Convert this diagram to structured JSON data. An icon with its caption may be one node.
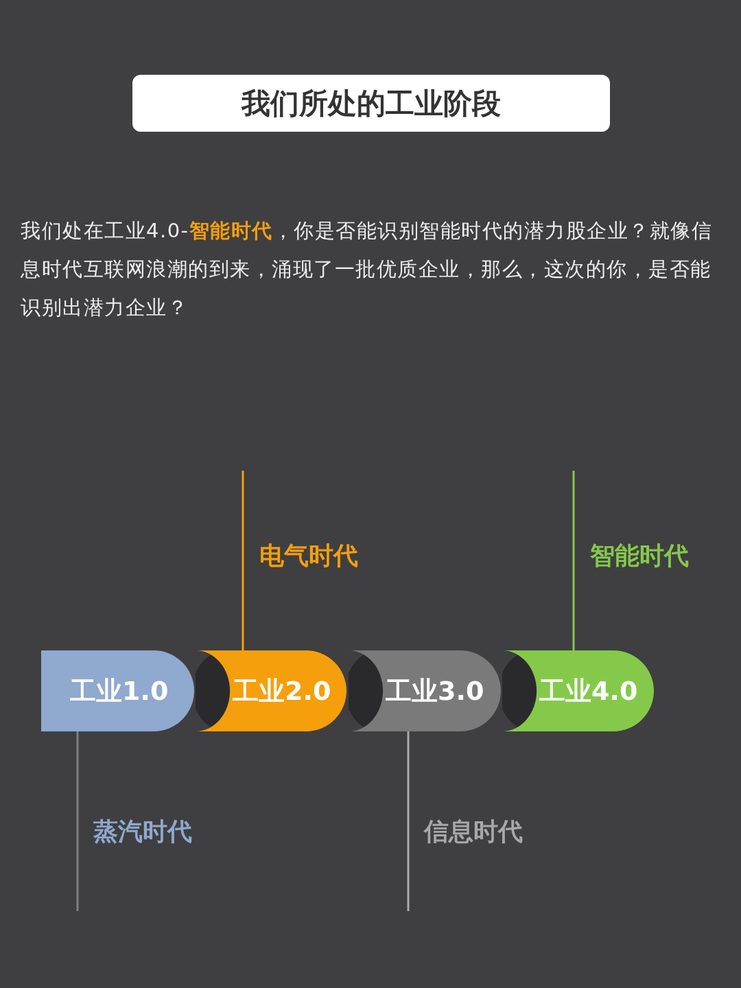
{
  "diagram": {
    "title": "我们所处的工业阶段",
    "nodes": [
      {
        "text": [
          "工业1.0"
        ],
        "beside": [
          "蒸汽时代"
        ]
      },
      {
        "text": [
          "工业2.0"
        ],
        "beside": [
          "电气时代"
        ]
      },
      {
        "text": [
          "工业3.0"
        ],
        "beside": [
          "信息时代"
        ]
      },
      {
        "text": [
          "工业4.0"
        ],
        "beside": [
          "智能时代"
        ]
      }
    ],
    "labels": [
      "我们处在工业4.0-**智能时代**，你是否能识别智能时代的潜力股企业？就像信息时代互联网浪潮的到来，涌现了一批优质企业，那么，这次的你，是否能识别出潜力企业？"
    ]
  }
}
